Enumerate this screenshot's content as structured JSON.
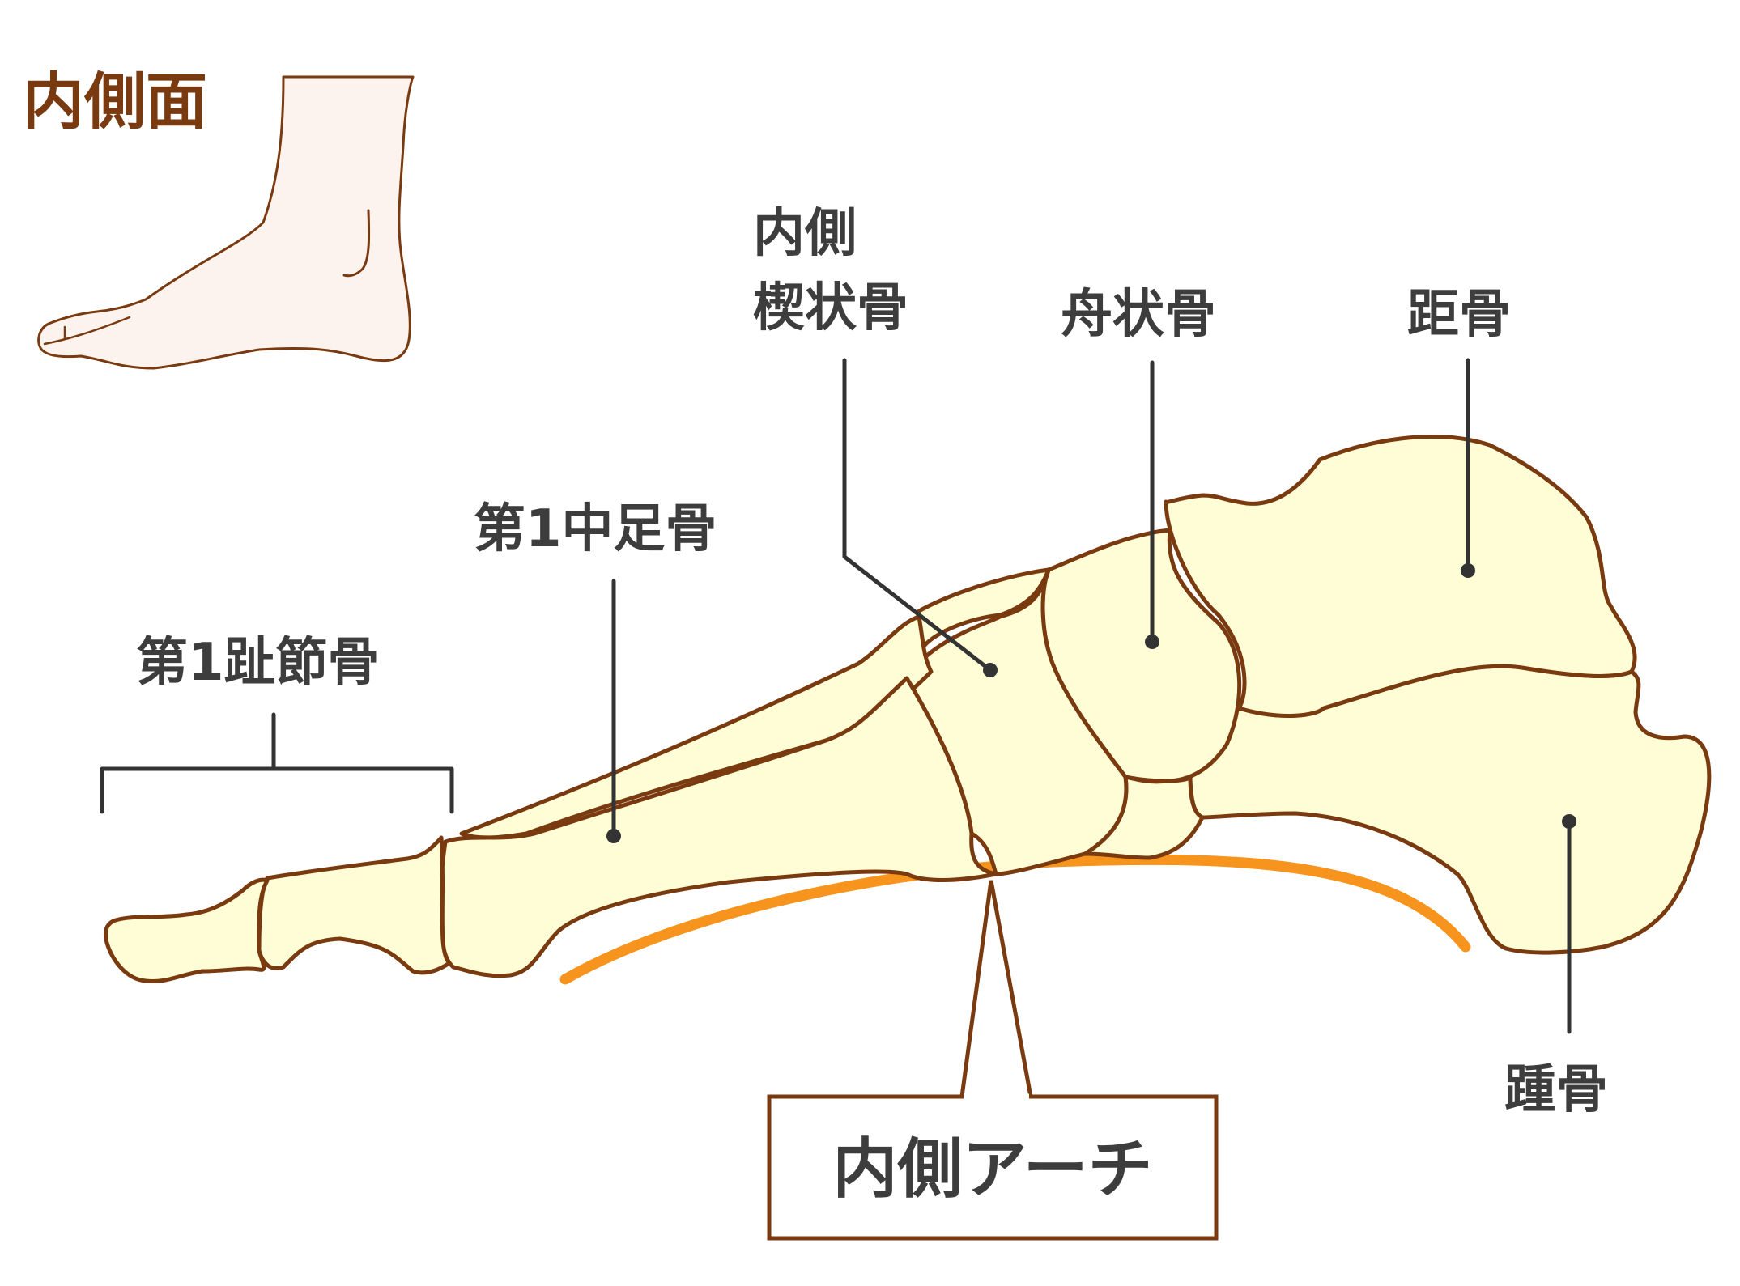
{
  "title": "内側面",
  "labels": {
    "medial_cuneiform_line1": "内側",
    "medial_cuneiform_line2": "楔状骨",
    "navicular": "舟状骨",
    "talus": "距骨",
    "first_metatarsal": "第1中足骨",
    "first_phalanges": "第1趾節骨",
    "calcaneus": "踵骨",
    "medial_arch": "内側アーチ"
  },
  "colors": {
    "outline": "#7a3a10",
    "bone_fill": "#fffdd6",
    "skin_fill": "#fdf3ee",
    "arch": "#f7941d",
    "leader": "#333333",
    "title": "#7a3a10"
  }
}
